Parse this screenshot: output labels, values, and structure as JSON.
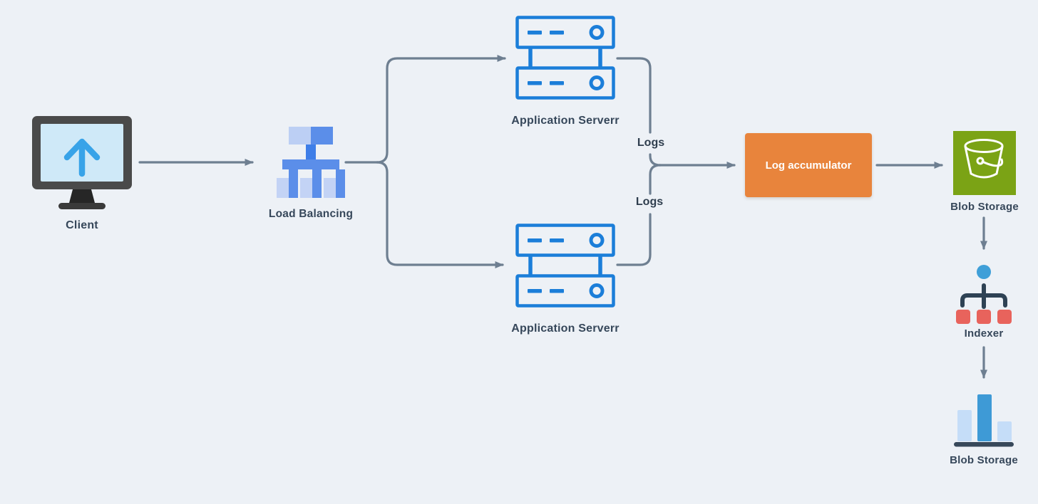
{
  "colors": {
    "background": "#edf1f6",
    "connector": "#6e7f91",
    "server_outline_blue": "#1b7ed9",
    "accumulator_orange": "#e8843c",
    "bucket_green": "#7ba315",
    "indexer_square_red": "#e8635c",
    "indexer_circle_blue": "#3f9fd8",
    "indexer_tree_dark": "#2e4254",
    "bar_chart_blue": "#3e9ad6",
    "bar_chart_light_blue": "#c5ddf8",
    "load_balancer_light_blue": "#bccff4",
    "load_balancer_medium_blue": "#5b8ee9",
    "monitor_frame_gray": "#4a4a4a",
    "monitor_screen_blue": "#cfe9f8",
    "upload_arrow_blue": "#38a3e8",
    "label_text": "#36475a"
  },
  "nodes": {
    "client": {
      "label": "Client"
    },
    "load_balancing": {
      "label": "Load Balancing"
    },
    "app_server_top": {
      "label": "Application Serverr"
    },
    "app_server_bottom": {
      "label": "Application Serverr"
    },
    "log_accumulator": {
      "label": "Log accumulator"
    },
    "blob_storage_logs": {
      "label": "Blob Storage"
    },
    "indexer": {
      "label": "Indexer"
    },
    "blob_storage_index": {
      "label": "Blob Storage"
    }
  },
  "edge_labels": {
    "logs_top": "Logs",
    "logs_bottom": "Logs"
  }
}
